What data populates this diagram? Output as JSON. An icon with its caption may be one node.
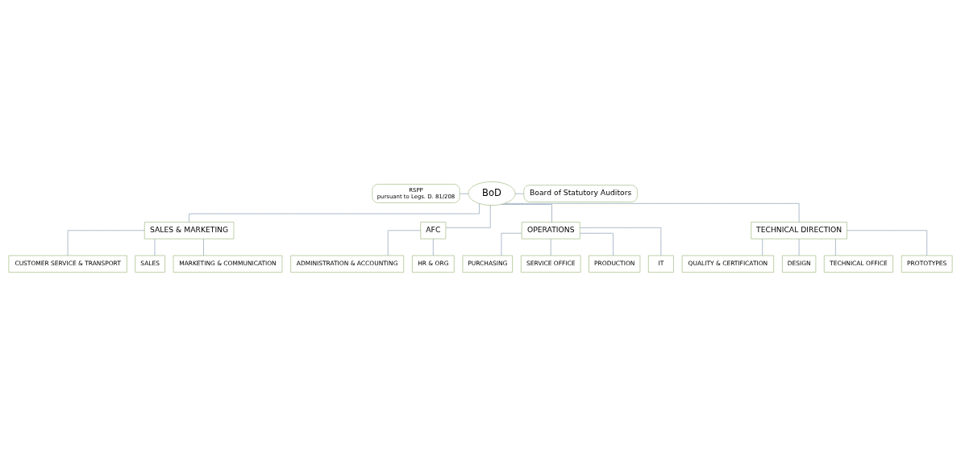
{
  "diagram": {
    "nodes": [
      {
        "text": [
          "BoD"
        ]
      },
      {
        "text": [
          "RSPP",
          "pursuant to Legs. D. 81/208"
        ]
      },
      {
        "text": [
          "Board of Statutory Auditors"
        ]
      },
      {
        "text": [
          "SALES & MARKETING"
        ]
      },
      {
        "text": [
          "AFC"
        ]
      },
      {
        "text": [
          "OPERATIONS"
        ]
      },
      {
        "text": [
          "TECHNICAL DIRECTION"
        ]
      },
      {
        "text": [
          "CUSTOMER SERVICE & TRANSPORT"
        ]
      },
      {
        "text": [
          "SALES"
        ]
      },
      {
        "text": [
          "MARKETING & COMMUNICATION"
        ]
      },
      {
        "text": [
          "ADMINISTRATION & ACCOUNTING"
        ]
      },
      {
        "text": [
          "HR & ORG"
        ]
      },
      {
        "text": [
          "PURCHASING"
        ]
      },
      {
        "text": [
          "SERVICE OFFICE"
        ]
      },
      {
        "text": [
          "PRODUCTION"
        ]
      },
      {
        "text": [
          "IT"
        ]
      },
      {
        "text": [
          "QUALITY & CERTIFICATION"
        ]
      },
      {
        "text": [
          "DESIGN"
        ]
      },
      {
        "text": [
          "TECHNICAL OFFICE"
        ]
      },
      {
        "text": [
          "PROTOTYPES"
        ]
      }
    ],
    "edges": [
      {
        "from": 1,
        "to": 0,
        "arrow": "none"
      },
      {
        "from": 0,
        "to": 2,
        "arrow": "none"
      },
      {
        "from": 0,
        "to": 3,
        "arrow": "none"
      },
      {
        "from": 0,
        "to": 4,
        "arrow": "none"
      },
      {
        "from": 0,
        "to": 5,
        "arrow": "none"
      },
      {
        "from": 0,
        "to": 6,
        "arrow": "none"
      },
      {
        "from": 3,
        "to": 7,
        "arrow": "none"
      },
      {
        "from": 3,
        "to": 8,
        "arrow": "none"
      },
      {
        "from": 3,
        "to": 9,
        "arrow": "none"
      },
      {
        "from": 4,
        "to": 10,
        "arrow": "none"
      },
      {
        "from": 4,
        "to": 11,
        "arrow": "none"
      },
      {
        "from": 5,
        "to": 12,
        "arrow": "none"
      },
      {
        "from": 5,
        "to": 13,
        "arrow": "none"
      },
      {
        "from": 5,
        "to": 14,
        "arrow": "none"
      },
      {
        "from": 5,
        "to": 15,
        "arrow": "none"
      },
      {
        "from": 6,
        "to": 16,
        "arrow": "none"
      },
      {
        "from": 6,
        "to": 17,
        "arrow": "none"
      },
      {
        "from": 6,
        "to": 18,
        "arrow": "none"
      },
      {
        "from": 6,
        "to": 19,
        "arrow": "none"
      }
    ]
  }
}
